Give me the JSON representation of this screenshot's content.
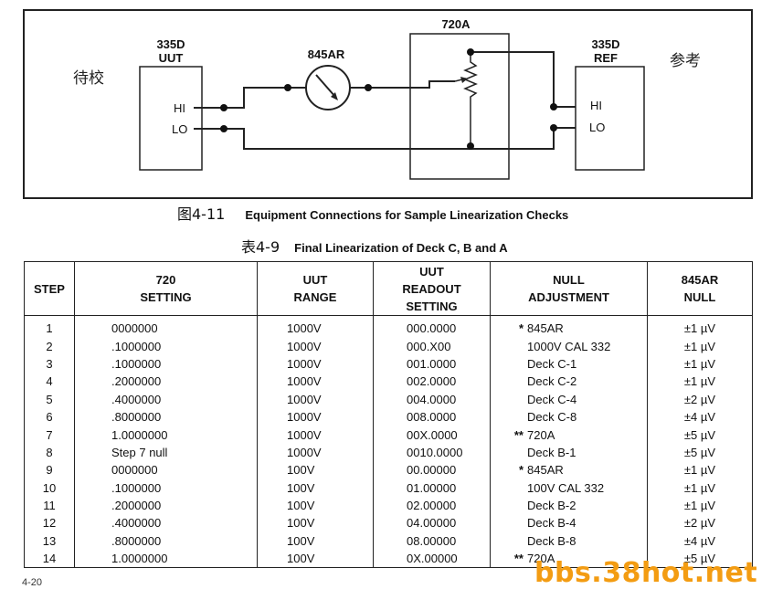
{
  "figure": {
    "uut_label_line1": "335D",
    "uut_label_line2": "UUT",
    "uut_terminal_hi": "HI",
    "uut_terminal_lo": "LO",
    "meter_label": "845AR",
    "divider_label": "720A",
    "ref_label_line1": "335D",
    "ref_label_line2": "REF",
    "ref_terminal_hi": "HI",
    "ref_terminal_lo": "LO",
    "left_annotation": "待校",
    "right_annotation": "参考",
    "caption_prefix": "图4-11",
    "caption_text": "Equipment Connections for Sample Linearization Checks"
  },
  "table": {
    "caption_prefix": "表4-9",
    "caption_text": "Final Linearization of Deck C, B and A",
    "headers": {
      "step": "STEP",
      "setting": "720\nSETTING",
      "range": "UUT\nRANGE",
      "readout": "UUT\nREADOUT\nSETTING",
      "null_adj": "NULL\nADJUSTMENT",
      "ar_null": "845AR\nNULL"
    },
    "rows": [
      {
        "step": "1",
        "setting": "0000000",
        "range": "1000V",
        "readout": "000.0000",
        "mark": "*",
        "null_adj": "845AR",
        "ar_null": "±1 µV"
      },
      {
        "step": "2",
        "setting": ".1000000",
        "range": "1000V",
        "readout": "000.X00",
        "mark": "",
        "null_adj": "1000V CAL 332",
        "ar_null": "±1 µV"
      },
      {
        "step": "3",
        "setting": ".1000000",
        "range": "1000V",
        "readout": "001.0000",
        "mark": "",
        "null_adj": "Deck C-1",
        "ar_null": "±1 µV"
      },
      {
        "step": "4",
        "setting": ".2000000",
        "range": "1000V",
        "readout": "002.0000",
        "mark": "",
        "null_adj": "Deck C-2",
        "ar_null": "±1 µV"
      },
      {
        "step": "5",
        "setting": ".4000000",
        "range": "1000V",
        "readout": "004.0000",
        "mark": "",
        "null_adj": "Deck C-4",
        "ar_null": "±2 µV"
      },
      {
        "step": "6",
        "setting": ".8000000",
        "range": "1000V",
        "readout": "008.0000",
        "mark": "",
        "null_adj": "Deck C-8",
        "ar_null": "±4 µV"
      },
      {
        "step": "7",
        "setting": "1.0000000",
        "range": "1000V",
        "readout": "00X.0000",
        "mark": "**",
        "null_adj": "720A",
        "ar_null": "±5 µV"
      },
      {
        "step": "8",
        "setting": "Step 7 null",
        "range": "1000V",
        "readout": "0010.0000",
        "mark": "",
        "null_adj": "Deck B-1",
        "ar_null": "±5 µV"
      },
      {
        "step": "9",
        "setting": "0000000",
        "range": "100V",
        "readout": "00.00000",
        "mark": "*",
        "null_adj": "845AR",
        "ar_null": "±1 µV"
      },
      {
        "step": "10",
        "setting": ".1000000",
        "range": "100V",
        "readout": "01.00000",
        "mark": "",
        "null_adj": "100V CAL 332",
        "ar_null": "±1 µV"
      },
      {
        "step": "11",
        "setting": ".2000000",
        "range": "100V",
        "readout": "02.00000",
        "mark": "",
        "null_adj": "Deck B-2",
        "ar_null": "±1 µV"
      },
      {
        "step": "12",
        "setting": ".4000000",
        "range": "100V",
        "readout": "04.00000",
        "mark": "",
        "null_adj": "Deck B-4",
        "ar_null": "±2 µV"
      },
      {
        "step": "13",
        "setting": ".8000000",
        "range": "100V",
        "readout": "08.00000",
        "mark": "",
        "null_adj": "Deck B-8",
        "ar_null": "±4 µV"
      },
      {
        "step": "14",
        "setting": "1.0000000",
        "range": "100V",
        "readout": "0X.00000",
        "mark": "**",
        "null_adj": "720A",
        "ar_null": "±5 µV"
      }
    ]
  },
  "watermark": "bbs.38hot.net",
  "page_number": "4-20"
}
